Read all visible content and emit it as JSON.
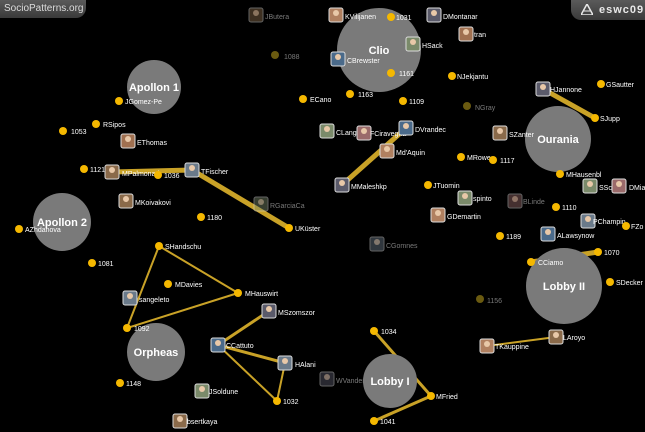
{
  "header": {
    "site_title": "SocioPatterns.org",
    "brand": "eswc09"
  },
  "colors": {
    "background": "#000000",
    "node": "#f5b800",
    "link": "#c9a227",
    "room": "#7a7a7a",
    "label": "#ffffff",
    "faded_label": "#7a7a7a"
  },
  "rooms": [
    {
      "name": "Clio"
    },
    {
      "name": "Apollon 1"
    },
    {
      "name": "Apollon 2"
    },
    {
      "name": "Ourania"
    },
    {
      "name": "Lobby II"
    },
    {
      "name": "Orpheas"
    },
    {
      "name": "Lobby I"
    }
  ],
  "people": [
    {
      "label": "JButera",
      "avatar": true,
      "faded": true
    },
    {
      "label": "KVilijanen",
      "avatar": true
    },
    {
      "label": "1031",
      "avatar": false
    },
    {
      "label": "DMontanar",
      "avatar": true
    },
    {
      "label": "tran",
      "avatar": true
    },
    {
      "label": "HSack",
      "avatar": true
    },
    {
      "label": "1088",
      "avatar": false,
      "faded": true
    },
    {
      "label": "CBrewster",
      "avatar": true
    },
    {
      "label": "1161",
      "avatar": false
    },
    {
      "label": "NJekjantu",
      "avatar": false
    },
    {
      "label": "GSautter",
      "avatar": false
    },
    {
      "label": "HJannone",
      "avatar": true
    },
    {
      "label": "SJupp",
      "avatar": false
    },
    {
      "label": "NGray",
      "avatar": false,
      "faded": true
    },
    {
      "label": "ECano",
      "avatar": false
    },
    {
      "label": "1163",
      "avatar": false
    },
    {
      "label": "1109",
      "avatar": false
    },
    {
      "label": "JGomez-Pe",
      "avatar": false
    },
    {
      "label": "RSipos",
      "avatar": false
    },
    {
      "label": "1053",
      "avatar": false
    },
    {
      "label": "EThomas",
      "avatar": true
    },
    {
      "label": "CLange",
      "avatar": true
    },
    {
      "label": "FCiravegna",
      "avatar": true
    },
    {
      "label": "DVrandec",
      "avatar": true
    },
    {
      "label": "SZanter",
      "avatar": true
    },
    {
      "label": "Md'Aquin",
      "avatar": true
    },
    {
      "label": "MRowe",
      "avatar": false
    },
    {
      "label": "1117",
      "avatar": false
    },
    {
      "label": "MHausenbl",
      "avatar": false
    },
    {
      "label": "SSchal",
      "avatar": true
    },
    {
      "label": "DMiaka",
      "avatar": true
    },
    {
      "label": "1121",
      "avatar": false
    },
    {
      "label": "MPalmonari",
      "avatar": true
    },
    {
      "label": "1036",
      "avatar": false
    },
    {
      "label": "TFischer",
      "avatar": true
    },
    {
      "label": "MMaleshkp",
      "avatar": true
    },
    {
      "label": "JTuomin",
      "avatar": false
    },
    {
      "label": "spinto",
      "avatar": true
    },
    {
      "label": "BLinde",
      "avatar": true,
      "faded": true
    },
    {
      "label": "1110",
      "avatar": false
    },
    {
      "label": "MKoivakovi",
      "avatar": true
    },
    {
      "label": "GDemartin",
      "avatar": true
    },
    {
      "label": "PChampin",
      "avatar": true
    },
    {
      "label": "FZo",
      "avatar": false
    },
    {
      "label": "1180",
      "avatar": false
    },
    {
      "label": "RGarciaCa",
      "avatar": true,
      "faded": true
    },
    {
      "label": "1189",
      "avatar": false
    },
    {
      "label": "ALawsynow",
      "avatar": true
    },
    {
      "label": "AZhdanova",
      "avatar": false
    },
    {
      "label": "UKüster",
      "avatar": false
    },
    {
      "label": "CGomnes",
      "avatar": true,
      "faded": true
    },
    {
      "label": "1070",
      "avatar": false
    },
    {
      "label": "SHandschu",
      "avatar": false
    },
    {
      "label": "CCiamo",
      "avatar": false
    },
    {
      "label": "1081",
      "avatar": false
    },
    {
      "label": "SDecker",
      "avatar": false
    },
    {
      "label": "MDavies",
      "avatar": false
    },
    {
      "label": "MHauswirt",
      "avatar": false
    },
    {
      "label": "sangeleto",
      "avatar": true
    },
    {
      "label": "MSzomszor",
      "avatar": true
    },
    {
      "label": "1156",
      "avatar": false,
      "faded": true
    },
    {
      "label": "1092",
      "avatar": false
    },
    {
      "label": "1034",
      "avatar": false
    },
    {
      "label": "CCattuto",
      "avatar": true
    },
    {
      "label": "LAroyo",
      "avatar": true
    },
    {
      "label": "TKauppine",
      "avatar": true
    },
    {
      "label": "HAlani",
      "avatar": true
    },
    {
      "label": "WVanderb",
      "avatar": true,
      "faded": true
    },
    {
      "label": "1148",
      "avatar": false
    },
    {
      "label": "JSoldune",
      "avatar": true
    },
    {
      "label": "1032",
      "avatar": false
    },
    {
      "label": "MFried",
      "avatar": false
    },
    {
      "label": "bsertkaya",
      "avatar": true
    },
    {
      "label": "1041",
      "avatar": false
    }
  ]
}
